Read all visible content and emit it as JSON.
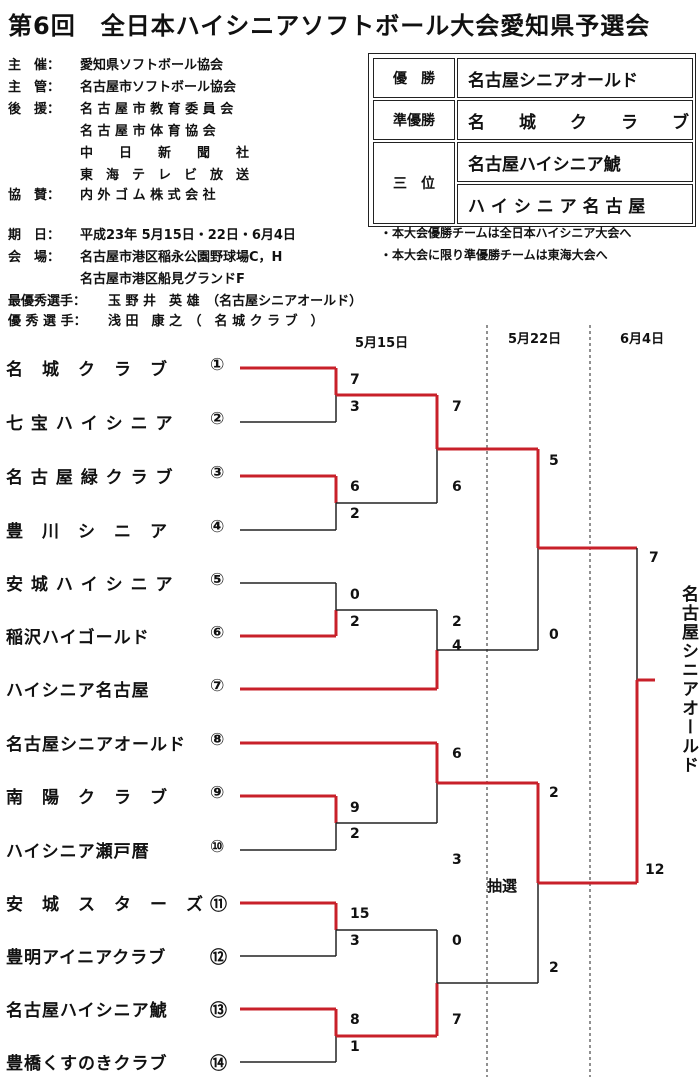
{
  "title": "第6回　全日本ハイシニアソフトボール大会愛知県予選会",
  "organizers": [
    {
      "label": "主　催：",
      "value": "愛知県ソフトボール協会"
    },
    {
      "label": "主　管：",
      "value": "名古屋市ソフトボール協会"
    },
    {
      "label": "後　援：",
      "value": "名 古 屋 市 教 育 委 員 会"
    },
    {
      "label": "",
      "value": "名 古 屋 市 体 育 協 会"
    },
    {
      "label": "",
      "value": "中　　日　　新　　聞　　社"
    },
    {
      "label": "",
      "value": "東　海　テ　レ　ビ　放　送"
    },
    {
      "label": "協　賛：",
      "value": "内 外 ゴ ム 株 式 会 社"
    }
  ],
  "results": {
    "winner_label": "優　勝",
    "winner": "名古屋シニアオールド",
    "runnerup_label": "準優勝",
    "runnerup": "名　　城　　ク　　ラ　　ブ",
    "third_label": "三　位",
    "third": [
      "名古屋ハイシニア鯱",
      "ハ イ シ ニ ア 名 古 屋"
    ]
  },
  "details": [
    {
      "label": "期　日：",
      "value": "平成23年 5月15日・22日・6月4日"
    },
    {
      "label": "会　場：",
      "value": "名古屋市港区稲永公園野球場C，H"
    },
    {
      "label": "",
      "value": "名古屋市港区船見グランドF"
    }
  ],
  "notes": [
    "・本大会優勝チームは全日本ハイシニア大会へ",
    "・本大会に限り準優勝チームは東海大会へ"
  ],
  "awards": [
    {
      "label": "最優秀選手：",
      "value": "玉 野 井　英 雄　（名古屋シニアオールド）"
    },
    {
      "label": "優 秀 選 手：",
      "value": "浅 田　康 之　（　名 城 ク ラ ブ　）"
    }
  ],
  "dates": [
    "5月15日",
    "5月22日",
    "6月4日"
  ],
  "lottery": "抽選",
  "teams": [
    {
      "name": "名　城　ク　ラ　ブ",
      "num": "①"
    },
    {
      "name": "七 宝 ハ イ シ ニ ア",
      "num": "②"
    },
    {
      "name": "名 古 屋 緑 ク ラ ブ",
      "num": "③"
    },
    {
      "name": "豊　川　シ　ニ　ア",
      "num": "④"
    },
    {
      "name": "安 城 ハ イ シ ニ ア",
      "num": "⑤"
    },
    {
      "name": "稲沢ハイゴールド",
      "num": "⑥"
    },
    {
      "name": "ハイシニア名古屋",
      "num": "⑦"
    },
    {
      "name": "名古屋シニアオールド",
      "num": "⑧"
    },
    {
      "name": "南　陽　ク　ラ　ブ",
      "num": "⑨"
    },
    {
      "name": "ハイシニア瀬戸暦",
      "num": "⑩"
    },
    {
      "name": "安　城　ス　タ　ー　ズ",
      "num": "⑪"
    },
    {
      "name": "豊明アイニアクラブ",
      "num": "⑫"
    },
    {
      "name": "名古屋ハイシニア鯱",
      "num": "⑬"
    },
    {
      "name": "豊橋くすのきクラブ",
      "num": "⑭"
    }
  ],
  "scores": {
    "r1": [
      "7",
      "3",
      "6",
      "2",
      "0",
      "2",
      "9",
      "2",
      "15",
      "3",
      "8",
      "1"
    ],
    "r2": [
      "7",
      "6",
      "2",
      "4",
      "6",
      "3",
      "0",
      "7"
    ],
    "sf": [
      "5",
      "0",
      "2",
      "2"
    ],
    "final": [
      "7",
      "12"
    ]
  },
  "champion": "名古屋シニアオールド",
  "colors": {
    "winner_line": "#c8202a",
    "line": "#222222"
  }
}
